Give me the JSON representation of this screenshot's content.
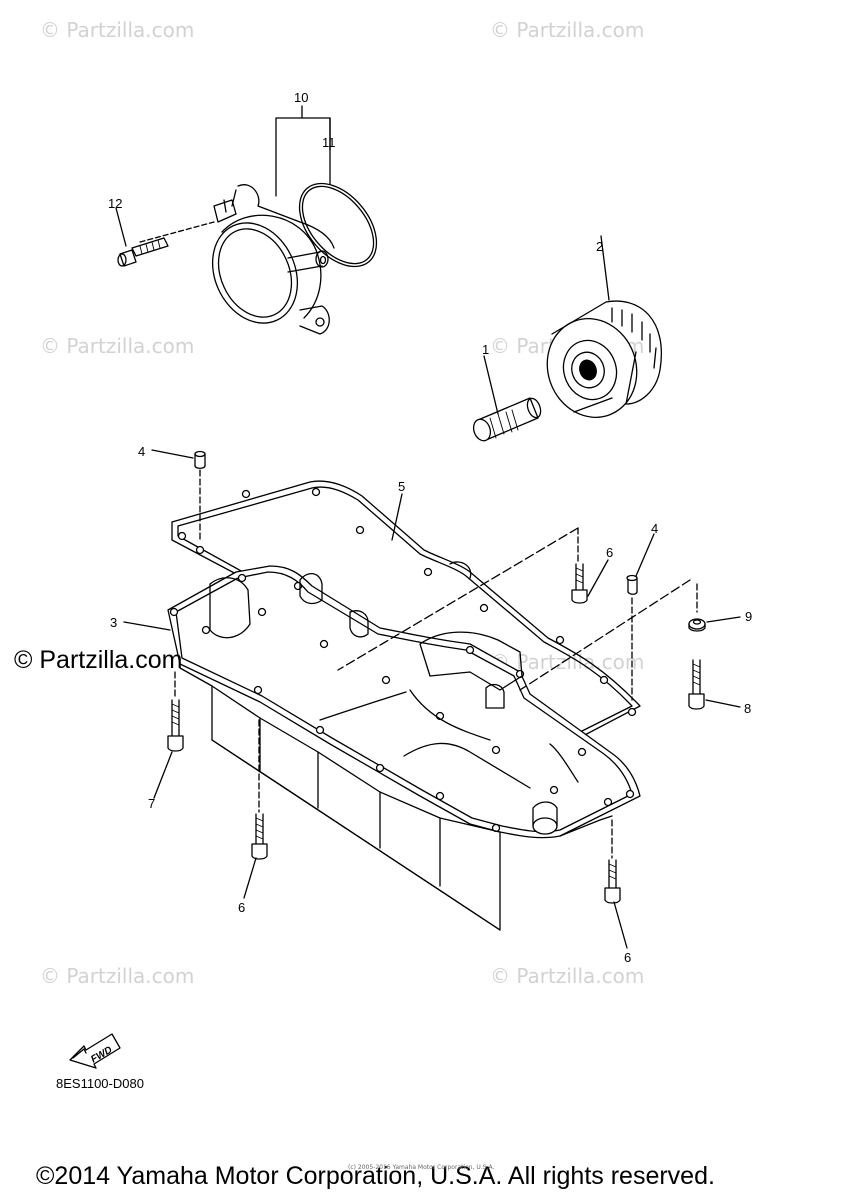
{
  "watermark": "© Partzilla.com",
  "watermark_main": "© Partzilla.com",
  "callouts": {
    "c1": "1",
    "c2": "2",
    "c3": "3",
    "c4a": "4",
    "c4b": "4",
    "c5": "5",
    "c6a": "6",
    "c6b": "6",
    "c6c": "6",
    "c7": "7",
    "c8": "8",
    "c9": "9",
    "c10": "10",
    "c11": "11",
    "c12": "12"
  },
  "fwd_label": "FWD",
  "diagram_code": "8ES1100-D080",
  "small_copyright": "(c) 2005-2016 Yamaha Motor Corporation, U.S.A.",
  "copyright": "©2014 Yamaha Motor Corporation, U.S.A. All rights reserved."
}
